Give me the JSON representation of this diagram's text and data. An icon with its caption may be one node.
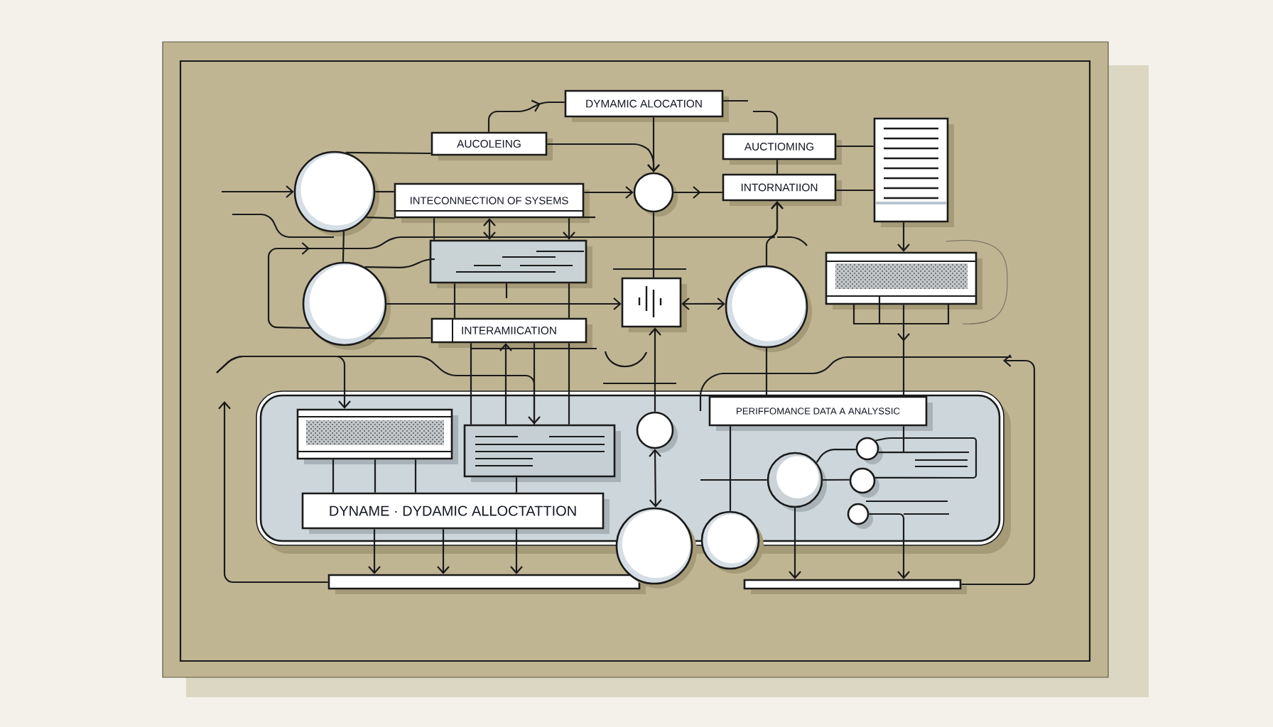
{
  "diagram": {
    "nodes": [
      {
        "text": [
          "DYMAMIC ALOCATION"
        ]
      },
      {
        "text": [
          "AUCOLEING"
        ]
      },
      {
        "text": [
          "AUCTIOMING"
        ]
      },
      {
        "text": [],
        "shape": "circle"
      },
      {
        "text": [
          "INTECONNECTION OF SYSEMS"
        ]
      },
      {
        "text": [],
        "shape": "circle"
      },
      {
        "text": [
          "INTORNATIION"
        ]
      },
      {
        "text": [],
        "shape": "document"
      },
      {
        "text": [],
        "shape": "box"
      },
      {
        "text": [],
        "shape": "circle"
      },
      {
        "text": [
          "INTERAMIICATION"
        ]
      },
      {
        "text": [],
        "shape": "box"
      },
      {
        "text": [],
        "shape": "circle"
      },
      {
        "text": [],
        "shape": "box"
      },
      {
        "text": [],
        "shape": "box"
      },
      {
        "text": [],
        "shape": "box",
        "in": 14
      },
      {
        "text": [],
        "shape": "box",
        "in": 14
      },
      {
        "text": [],
        "shape": "circle",
        "in": 14
      },
      {
        "text": [
          "PERIFFOMANCE DATA A ANALYSSIC"
        ],
        "in": 14
      },
      {
        "text": [],
        "shape": "circle",
        "in": 14
      },
      {
        "text": [],
        "shape": "circle",
        "in": 14
      },
      {
        "text": [],
        "shape": "circle",
        "in": 14
      },
      {
        "text": [],
        "shape": "circle",
        "in": 14
      },
      {
        "text": [
          "DYNAME · DYDAMIC ALLOCTATTION"
        ],
        "in": 14
      },
      {
        "text": [],
        "shape": "circle"
      },
      {
        "text": [],
        "shape": "circle"
      },
      {
        "text": [],
        "shape": "bar"
      },
      {
        "text": [],
        "shape": "bar"
      }
    ],
    "edges": [
      {
        "from": 1,
        "to": 0,
        "arrow": "to"
      },
      {
        "from": 0,
        "to": 5,
        "arrow": "to"
      },
      {
        "from": 1,
        "to": 5,
        "arrow": "to"
      },
      {
        "from": null,
        "to": 3,
        "arrow": "to"
      },
      {
        "from": 3,
        "to": 4,
        "arrow": "none"
      },
      {
        "from": 4,
        "to": 5,
        "arrow": "to"
      },
      {
        "from": 5,
        "to": 6,
        "arrow": "to"
      },
      {
        "from": 2,
        "to": 7,
        "arrow": "none"
      },
      {
        "from": 6,
        "to": 7,
        "arrow": "none"
      },
      {
        "from": 2,
        "to": 6,
        "arrow": "none"
      },
      {
        "from": 0,
        "to": null,
        "arrow": "none"
      },
      {
        "from": 2,
        "to": null,
        "arrow": "none"
      },
      {
        "from": 3,
        "to": 1,
        "arrow": "none"
      },
      {
        "from": 7,
        "to": 13,
        "arrow": "to"
      },
      {
        "from": 13,
        "to": 18,
        "arrow": "to"
      },
      {
        "from": 5,
        "to": 11,
        "arrow": "none"
      },
      {
        "from": 9,
        "to": 11,
        "arrow": "to"
      },
      {
        "from": 11,
        "to": 12,
        "arrow": "both"
      },
      {
        "from": 17,
        "to": 11,
        "arrow": "to"
      },
      {
        "from": 17,
        "to": 24,
        "arrow": "both"
      },
      {
        "from": 4,
        "to": 8,
        "arrow": "none"
      },
      {
        "from": 4,
        "to": 8,
        "arrow": "both"
      },
      {
        "from": 4,
        "to": 8,
        "arrow": "to"
      },
      {
        "from": 8,
        "to": 10,
        "arrow": "none"
      },
      {
        "from": 8,
        "to": 10,
        "arrow": "none"
      },
      {
        "from": 8,
        "to": null,
        "arrow": "none"
      },
      {
        "from": 10,
        "to": 16,
        "arrow": "none"
      },
      {
        "from": 16,
        "to": 10,
        "arrow": "to"
      },
      {
        "from": 10,
        "to": 16,
        "arrow": "to"
      },
      {
        "from": 10,
        "to": 16,
        "arrow": "none"
      },
      {
        "from": 9,
        "to": 6,
        "arrow": "to"
      },
      {
        "from": 12,
        "to": 6,
        "arrow": "to"
      },
      {
        "from": 3,
        "to": 9,
        "arrow": "none"
      },
      {
        "from": 9,
        "to": 10,
        "arrow": "none"
      },
      {
        "from": 9,
        "to": 8,
        "arrow": "none"
      },
      {
        "from": 12,
        "to": 18,
        "arrow": "none"
      },
      {
        "from": null,
        "to": 15,
        "arrow": "to"
      },
      {
        "from": 15,
        "to": 23,
        "arrow": "none"
      },
      {
        "from": 15,
        "to": 23,
        "arrow": "none"
      },
      {
        "from": 15,
        "to": 23,
        "arrow": "none"
      },
      {
        "from": 16,
        "to": 23,
        "arrow": "none"
      },
      {
        "from": 23,
        "to": 26,
        "arrow": "to"
      },
      {
        "from": 23,
        "to": 26,
        "arrow": "to"
      },
      {
        "from": 23,
        "to": 26,
        "arrow": "to"
      },
      {
        "from": 18,
        "to": 25,
        "arrow": "none"
      },
      {
        "from": null,
        "to": 19,
        "arrow": "none"
      },
      {
        "from": 19,
        "to": 20,
        "arrow": "none"
      },
      {
        "from": 19,
        "to": 21,
        "arrow": "none"
      },
      {
        "from": 20,
        "to": null,
        "arrow": "none"
      },
      {
        "from": 21,
        "to": 20,
        "arrow": "none"
      },
      {
        "from": 18,
        "to": null,
        "arrow": "none"
      },
      {
        "from": 19,
        "to": 27,
        "arrow": "to"
      },
      {
        "from": 22,
        "to": 27,
        "arrow": "to"
      },
      {
        "from": 26,
        "to": null,
        "arrow": "to"
      },
      {
        "from": 27,
        "to": null,
        "arrow": "to"
      },
      {
        "from": 3,
        "to": 4,
        "arrow": "none"
      },
      {
        "from": null,
        "to": 16,
        "arrow": "none"
      }
    ]
  }
}
